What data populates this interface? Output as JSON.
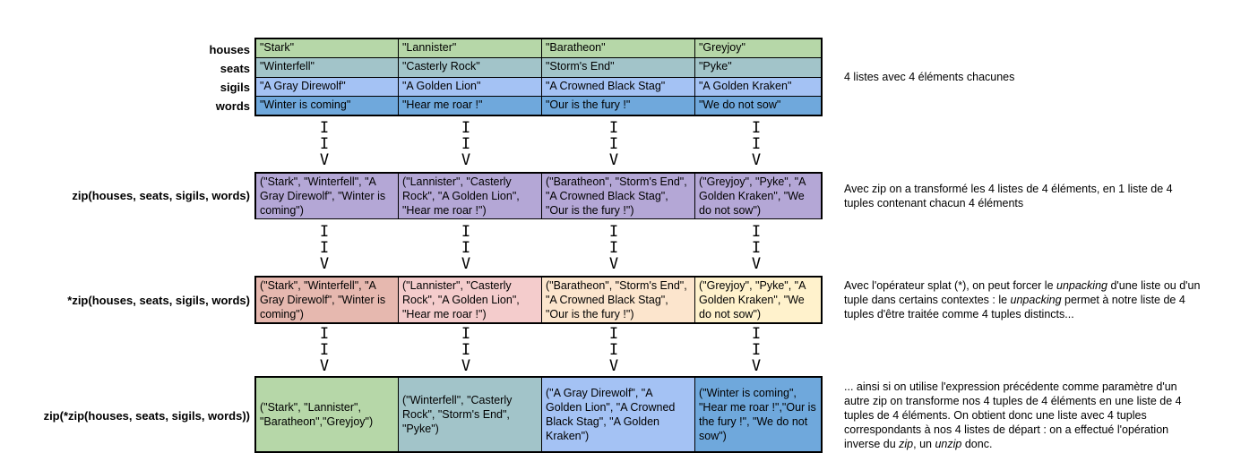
{
  "labels": {
    "houses": "houses",
    "seats": "seats",
    "sigils": "sigils",
    "words": "words",
    "zip": "zip(houses, seats, sigils, words)",
    "splat": "*zip(houses, seats, sigils, words)",
    "unzip": "zip(*zip(houses, seats, sigils, words))"
  },
  "lists": {
    "houses": [
      "\"Stark\"",
      "\"Lannister\"",
      "\"Baratheon\"",
      "\"Greyjoy\""
    ],
    "seats": [
      "\"Winterfell\"",
      "\"Casterly Rock\"",
      "\"Storm's End\"",
      "\"Pyke\""
    ],
    "sigils": [
      "\"A Gray Direwolf\"",
      "\"A Golden Lion\"",
      "\"A Crowned Black Stag\"",
      "\"A Golden Kraken\""
    ],
    "words": [
      "\"Winter is coming\"",
      "\"Hear me roar !\"",
      "\"Our is the fury !\"",
      "\"We do not sow\""
    ]
  },
  "zip_tuples": [
    "(\"Stark\", \"Winterfell\", \"A Gray Direwolf\", \"Winter is coming\")",
    "(\"Lannister\", \"Casterly Rock\", \"A Golden Lion\", \"Hear me roar !\")",
    "(\"Baratheon\", \"Storm's End\", \"A Crowned Black Stag\", \"Our is the fury !\")",
    "(\"Greyjoy\", \"Pyke\", \"A Golden Kraken\", \"We do not sow\")"
  ],
  "unzip_tuples": [
    "(\"Stark\", \"Lannister\", \"Baratheon\",\"Greyjoy\")",
    "(\"Winterfell\", \"Casterly Rock\", \"Storm's End\", \"Pyke\")",
    "(\"A Gray Direwolf\", \"A Golden Lion\", \"A Crowned Black Stag\", \"A Golden Kraken\")",
    "(\"Winter is coming\", \"Hear me roar !\",\"Our is the fury !\", \"We do not sow\")"
  ],
  "notes": {
    "n1": "4 listes avec 4 éléments chacunes",
    "n2": "Avec zip on a transformé les 4 listes de 4 éléments, en 1 liste de 4 tuples contenant chacun 4 éléments",
    "n3": {
      "p1": "Avec l'opérateur splat (*), on peut forcer le ",
      "i1": "unpacking",
      "p2": " d'une liste ou d'un tuple dans certains contextes : le ",
      "i2": "unpacking",
      "p3": " permet à notre liste de 4 tuples d'être traitée comme 4 tuples distincts..."
    },
    "n4": {
      "p1": "... ainsi si on utilise l'expression précédente comme paramètre d'un autre zip on transforme nos 4 tuples de 4 éléments en une liste de 4 tuples de 4 éléments. On obtient donc une liste avec 4 tuples correspondants à nos 4 listes de départ : on a effectué l'opération inverse du ",
      "i1": "zip",
      "p2": ", un ",
      "i2": "unzip",
      "p3": " donc."
    }
  },
  "arrow_glyph": {
    "dash": "I",
    "head": "V"
  },
  "colors": {
    "houses": "#b6d7a8",
    "seats": "#a2c4c9",
    "sigils": "#a4c2f4",
    "words": "#6fa8dc",
    "zip": "#b4a7d6",
    "splat": [
      "#e6b8af",
      "#f4cccc",
      "#fce5cd",
      "#fff2cc"
    ],
    "unzip": [
      "#b6d7a8",
      "#a2c4c9",
      "#a4c2f4",
      "#6fa8dc"
    ]
  }
}
